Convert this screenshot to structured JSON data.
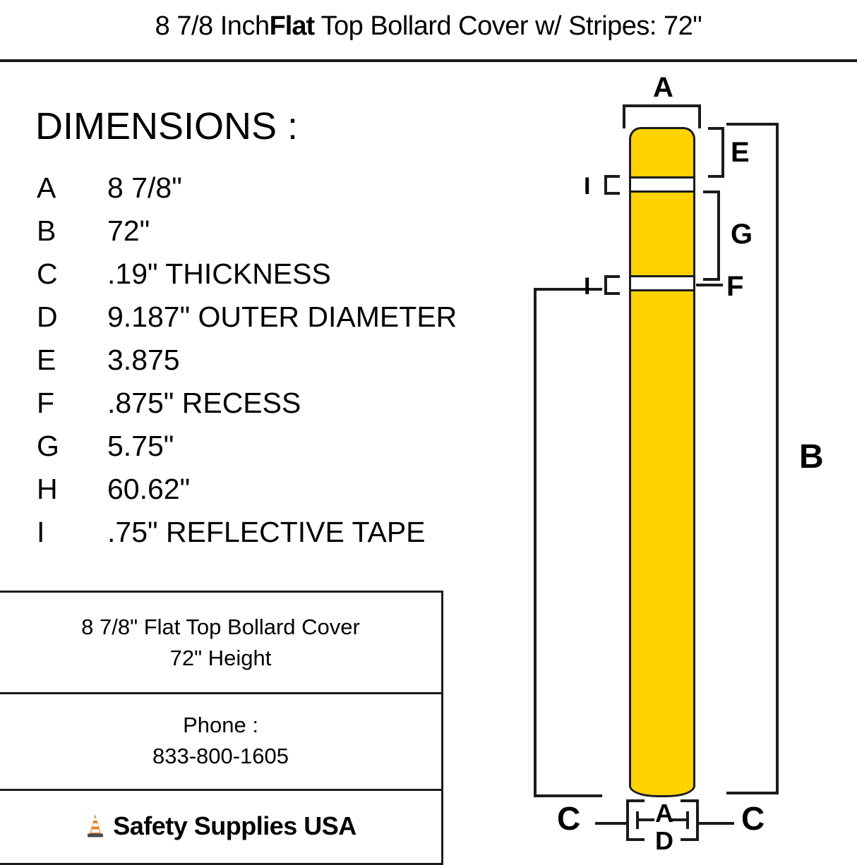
{
  "header": {
    "title_prefix": "8 7/8 Inch",
    "title_emph": "Flat",
    "title_suffix": " Top Bollard Cover w/ Stripes: 72\""
  },
  "dimensions": {
    "heading": "DIMENSIONS :",
    "rows": [
      {
        "key": "A",
        "value": "8 7/8\""
      },
      {
        "key": "B",
        "value": "72\""
      },
      {
        "key": "C",
        "value": ".19\" THICKNESS"
      },
      {
        "key": "D",
        "value": "9.187\" OUTER DIAMETER"
      },
      {
        "key": "E",
        "value": "3.875"
      },
      {
        "key": "F",
        "value": ".875\" RECESS"
      },
      {
        "key": "G",
        "value": "5.75\""
      },
      {
        "key": "H",
        "value": "60.62\""
      },
      {
        "key": "I",
        "value": ".75\" REFLECTIVE TAPE"
      }
    ]
  },
  "info_box": {
    "product_line_1": "8 7/8\" Flat Top Bollard Cover",
    "product_line_2": "72\" Height",
    "phone_label": "Phone :",
    "phone_number": "833-800-1605",
    "brand": "Safety Supplies USA"
  },
  "drawing": {
    "labels": {
      "a_top": "A",
      "e": "E",
      "g": "G",
      "f": "F",
      "i_upper": "I",
      "i_lower": "I",
      "b": "B",
      "c_left": "C",
      "c_right": "C",
      "a_bottom": "A",
      "d_bottom": "D"
    }
  },
  "colors": {
    "bollard_yellow": "#FFD200",
    "stripe_white": "#FFFFFF",
    "line_black": "#1B1B1F",
    "cone_orange": "#E8832A"
  }
}
